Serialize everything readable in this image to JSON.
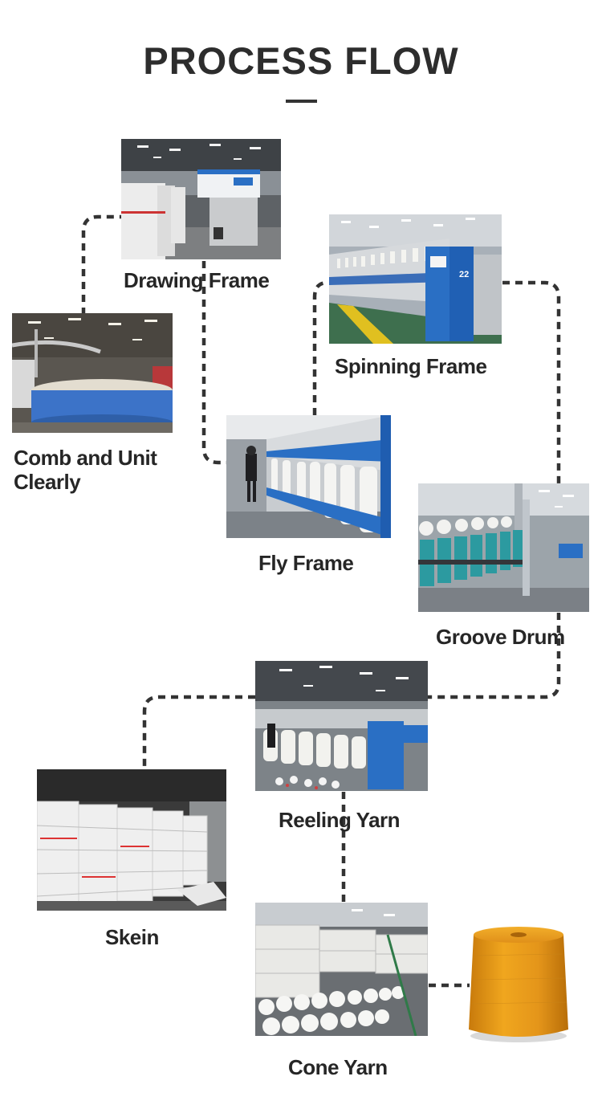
{
  "title": "PROCESS FLOW",
  "colors": {
    "text": "#262626",
    "connector": "#333333",
    "machine_blue": "#2a6fc4",
    "yarn_orange": "#e89a16"
  },
  "steps": [
    {
      "id": "drawing-frame",
      "label": "Drawing Frame"
    },
    {
      "id": "comb-unit",
      "label": "Comb and Unit Clearly"
    },
    {
      "id": "fly-frame",
      "label": "Fly Frame"
    },
    {
      "id": "spinning-frame",
      "label": "Spinning Frame"
    },
    {
      "id": "groove-drum",
      "label": "Groove Drum"
    },
    {
      "id": "reeling-yarn",
      "label": "Reeling Yarn"
    },
    {
      "id": "skein",
      "label": "Skein"
    },
    {
      "id": "cone-yarn",
      "label": "Cone Yarn"
    }
  ]
}
